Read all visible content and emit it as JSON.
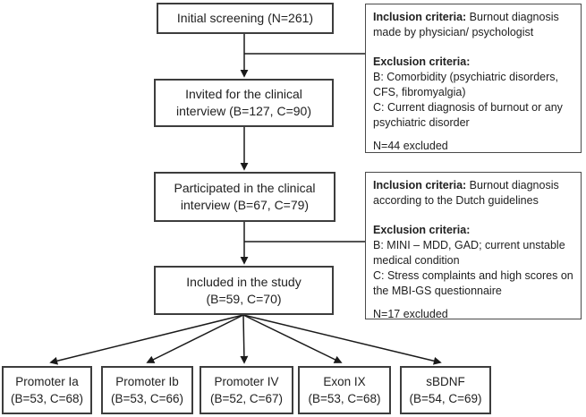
{
  "colors": {
    "background": "#ffffff",
    "box_border": "#3d3d3d",
    "text": "#212121",
    "connector_line": "#1a1a1a"
  },
  "flow_boxes": {
    "initial": {
      "line1": "Initial screening (N=261)"
    },
    "invited": {
      "line1": "Invited for the clinical",
      "line2": "interview (B=127, C=90)"
    },
    "participated": {
      "line1": "Participated in the clinical",
      "line2": "interview (B=67, C=79)"
    },
    "included": {
      "line1": "Included in the study",
      "line2": "(B=59, C=70)"
    }
  },
  "side_boxes": [
    {
      "inclusion_label": "Inclusion criteria:",
      "inclusion_rest": "  Burnout diagnosis made by physician/ psychologist",
      "exclusion_label": "Exclusion criteria:",
      "exclusion_b": "B: Comorbidity (psychiatric disorders, CFS, fibromyalgia)",
      "exclusion_c": "C: Current diagnosis of burnout or any psychiatric disorder",
      "excluded": "N=44 excluded"
    },
    {
      "inclusion_label": "Inclusion criteria:",
      "inclusion_rest": " Burnout diagnosis according to the Dutch guidelines",
      "exclusion_label": "Exclusion criteria:",
      "exclusion_b": "B: MINI – MDD, GAD; current unstable medical condition",
      "exclusion_c": "C: Stress complaints and high scores on the MBI-GS questionnaire",
      "excluded": "N=17 excluded"
    }
  ],
  "bottom_boxes": [
    {
      "line1": "Promoter Ia",
      "line2": "(B=53, C=68)"
    },
    {
      "line1": "Promoter Ib",
      "line2": "(B=53, C=66)"
    },
    {
      "line1": "Promoter IV",
      "line2": "(B=52, C=67)"
    },
    {
      "line1": "Exon IX",
      "line2": "(B=53, C=68)"
    },
    {
      "line1": "sBDNF",
      "line2": "(B=54, C=69)"
    }
  ]
}
